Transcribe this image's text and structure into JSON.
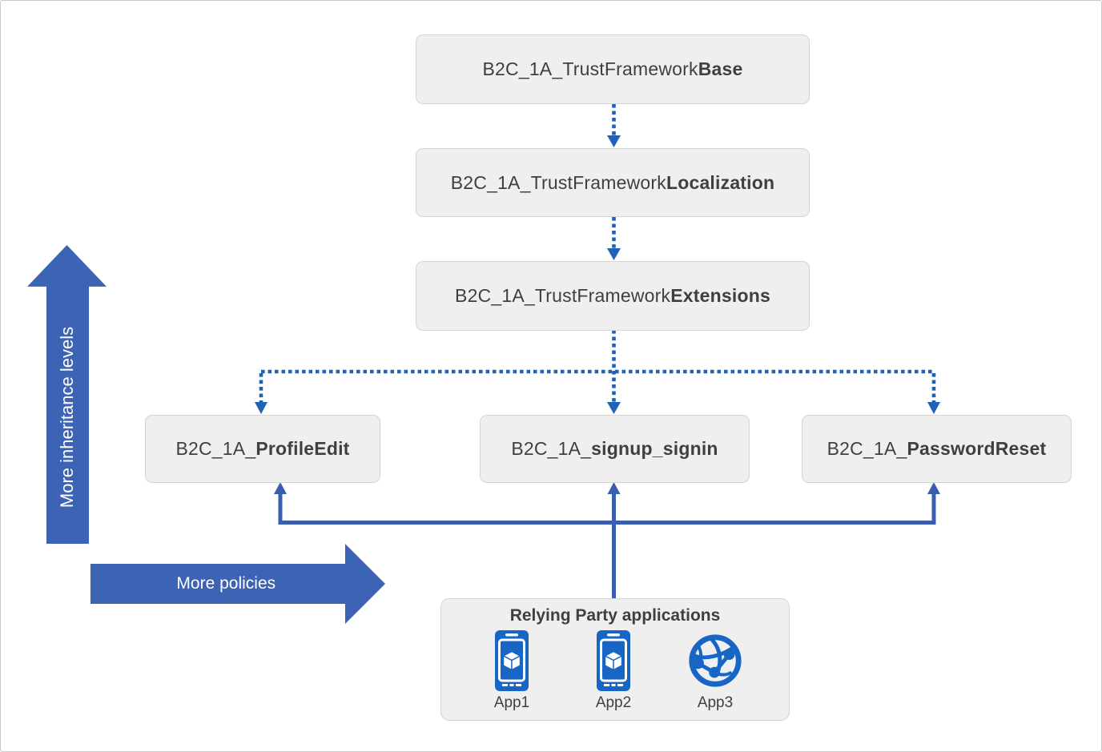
{
  "boxes": {
    "base": {
      "prefix": "B2C_1A_TrustFramework",
      "bold": "Base"
    },
    "localization": {
      "prefix": "B2C_1A_TrustFramework",
      "bold": "Localization"
    },
    "extensions": {
      "prefix": "B2C_1A_TrustFramework",
      "bold": "Extensions"
    },
    "profile_edit": {
      "prefix": "B2C_1A_",
      "bold": "ProfileEdit"
    },
    "signup_signin": {
      "prefix": "B2C_1A_",
      "bold": "signup_signin"
    },
    "password_reset": {
      "prefix": "B2C_1A_",
      "bold": "PasswordReset"
    }
  },
  "arrows": {
    "more_inheritance": {
      "label": "More inheritance levels"
    },
    "more_policies": {
      "label": "More policies"
    }
  },
  "relying_party": {
    "title": "Relying Party applications",
    "apps": [
      {
        "label": "App1",
        "icon": "mobile-app-icon"
      },
      {
        "label": "App2",
        "icon": "mobile-app-icon"
      },
      {
        "label": "App3",
        "icon": "web-app-globe-icon"
      }
    ]
  },
  "colors": {
    "dotted_arrow_blue": "#2062b6",
    "solid_arrow_blue": "#3a5db0",
    "block_arrow_blue": "#3d63b5",
    "icon_blue": "#1766c6",
    "box_background": "#efefef",
    "box_border": "#d4d4d4",
    "text_dark_gray": "#3f3f3f"
  }
}
